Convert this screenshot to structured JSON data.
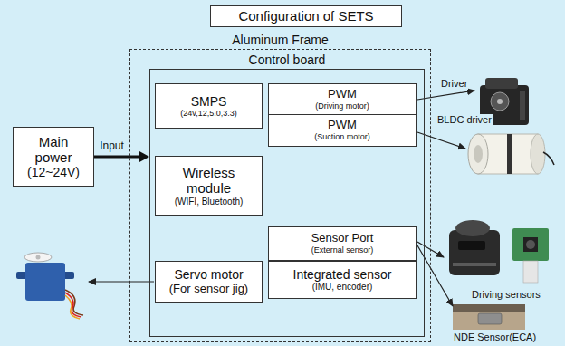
{
  "diagram": {
    "title": "Configuration of SETS",
    "nodes": [
      {
        "text": [
          "Aluminum Frame"
        ]
      },
      {
        "text": [
          "Control board"
        ],
        "in": 0
      },
      {
        "text": [
          "SMPS",
          "(24v,12,5.0,3.3)"
        ],
        "in": 1
      },
      {
        "text": [
          "PWM",
          "(Driving motor)"
        ],
        "in": 1
      },
      {
        "text": [
          "PWM",
          "(Suction motor)"
        ],
        "in": 1
      },
      {
        "text": [
          "Wireless module",
          "(WIFI, Bluetooth)"
        ],
        "in": 1
      },
      {
        "text": [
          "Sensor Port",
          "(External sensor)"
        ],
        "in": 1
      },
      {
        "text": [
          "Servo motor",
          "(For sensor jig)"
        ],
        "in": 1
      },
      {
        "text": [
          "Integrated sensor",
          "(IMU, encoder)"
        ],
        "in": 1
      },
      {
        "text": [
          "Main power",
          "(12~24V)"
        ]
      }
    ],
    "edges": [
      {
        "from": 9,
        "to": 1,
        "label": "Input",
        "arrow": "to"
      }
    ],
    "labels": [
      "Driver",
      "BLDC driver",
      "Driving sensors",
      "NDE Sensor(ECA)"
    ]
  }
}
